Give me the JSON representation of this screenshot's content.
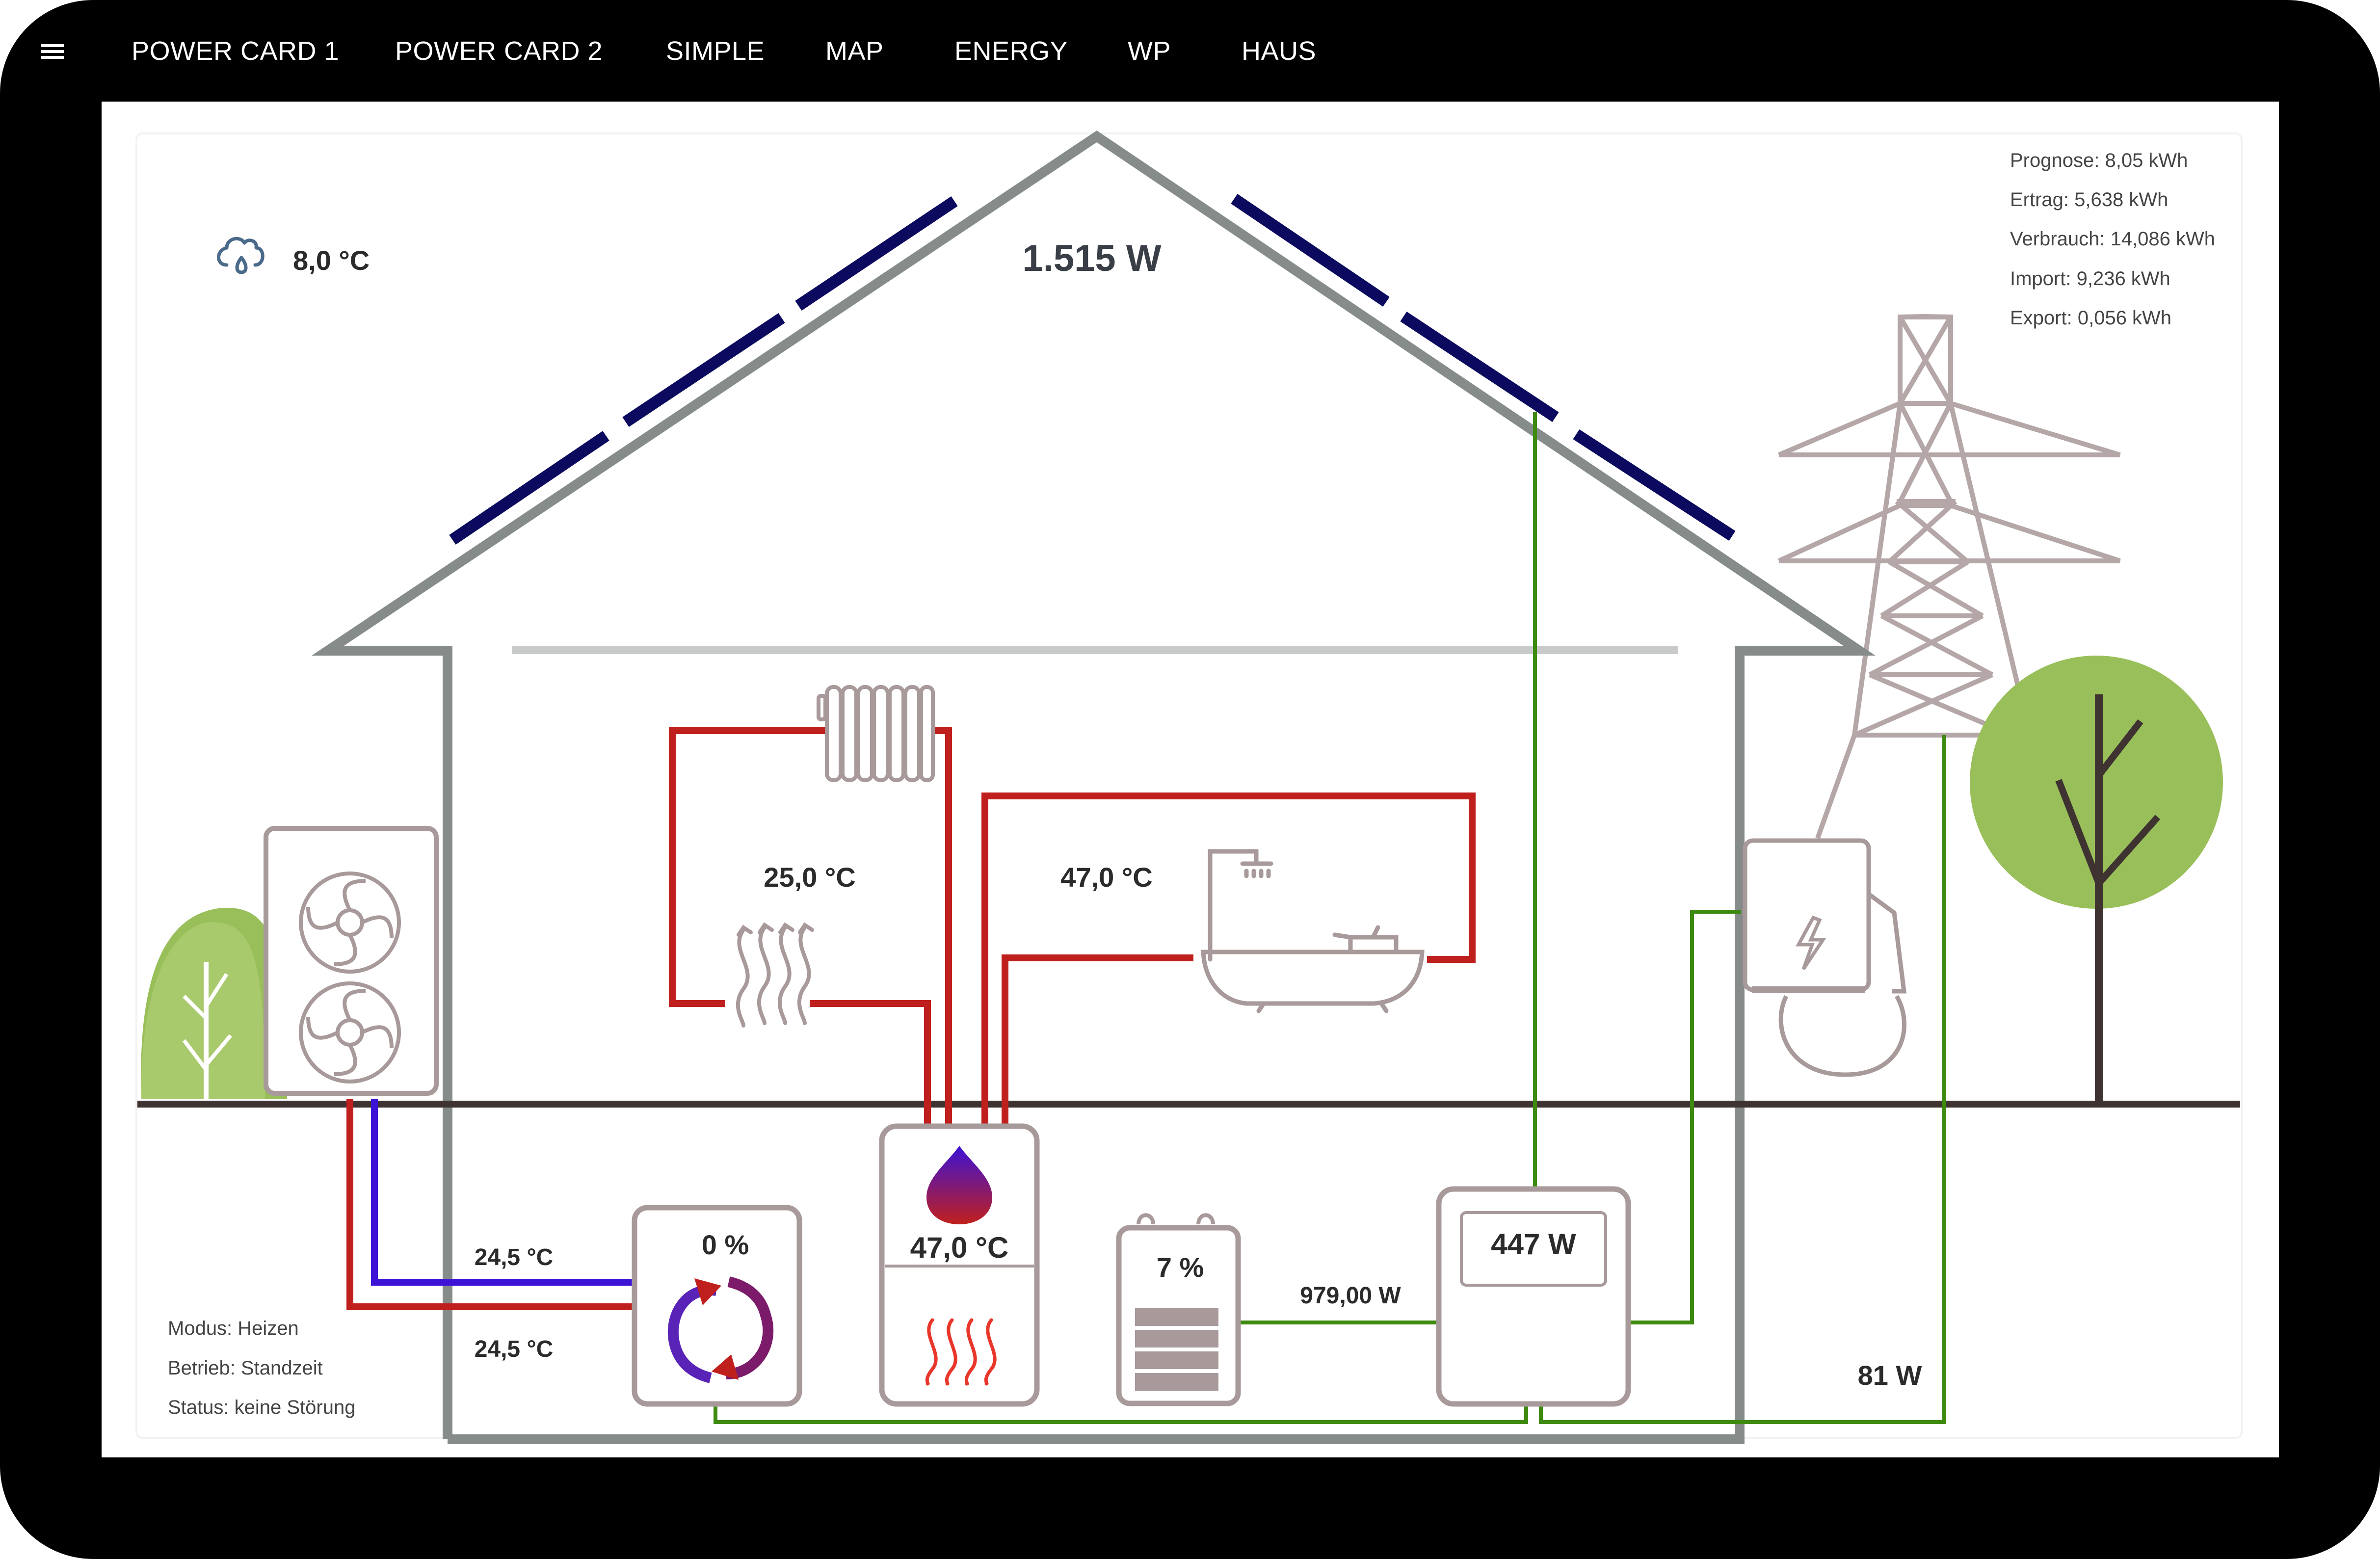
{
  "nav": {
    "tabs": [
      {
        "label": "POWER CARD 1"
      },
      {
        "label": "POWER CARD 2"
      },
      {
        "label": "SIMPLE"
      },
      {
        "label": "MAP"
      },
      {
        "label": "ENERGY"
      },
      {
        "label": "WP"
      },
      {
        "label": "HAUS"
      }
    ]
  },
  "weather": {
    "icon": "cloud-rain-icon",
    "temperature": "8,0 °C"
  },
  "solar": {
    "power": "1.515 W"
  },
  "stats": {
    "prognose": "Prognose: 8,05 kWh",
    "ertrag": "Ertrag: 5,638 kWh",
    "verbrauch": "Verbrauch: 14,086 kWh",
    "import": "Import: 9,236 kWh",
    "export": "Export: 0,056 kWh"
  },
  "heating": {
    "temperature": "25,0 °C"
  },
  "hot_water": {
    "temperature": "47,0 °C"
  },
  "heat_pump": {
    "flow_temperature": "24,5 °C",
    "return_temperature": "24,5 °C",
    "compressor": "0 %"
  },
  "buffer_tank": {
    "temperature": "47,0 °C"
  },
  "battery": {
    "soc": "7 %",
    "power": "979,00 W"
  },
  "meter": {
    "power": "447 W"
  },
  "wallbox": {
    "power": "81 W"
  },
  "status": {
    "modus": "Modus: Heizen",
    "betrieb": "Betrieb: Standzeit",
    "status": "Status: keine Störung"
  },
  "colors": {
    "hot_pipe": "#c0201d",
    "cold_pipe": "#3d13d6",
    "power_line": "#3e8a0f",
    "solar_panel": "#0b0a5e",
    "house_outline": "#858c89",
    "equipment": "#a8999a",
    "ground": "#3e3331",
    "tree": "#99bf5a"
  }
}
